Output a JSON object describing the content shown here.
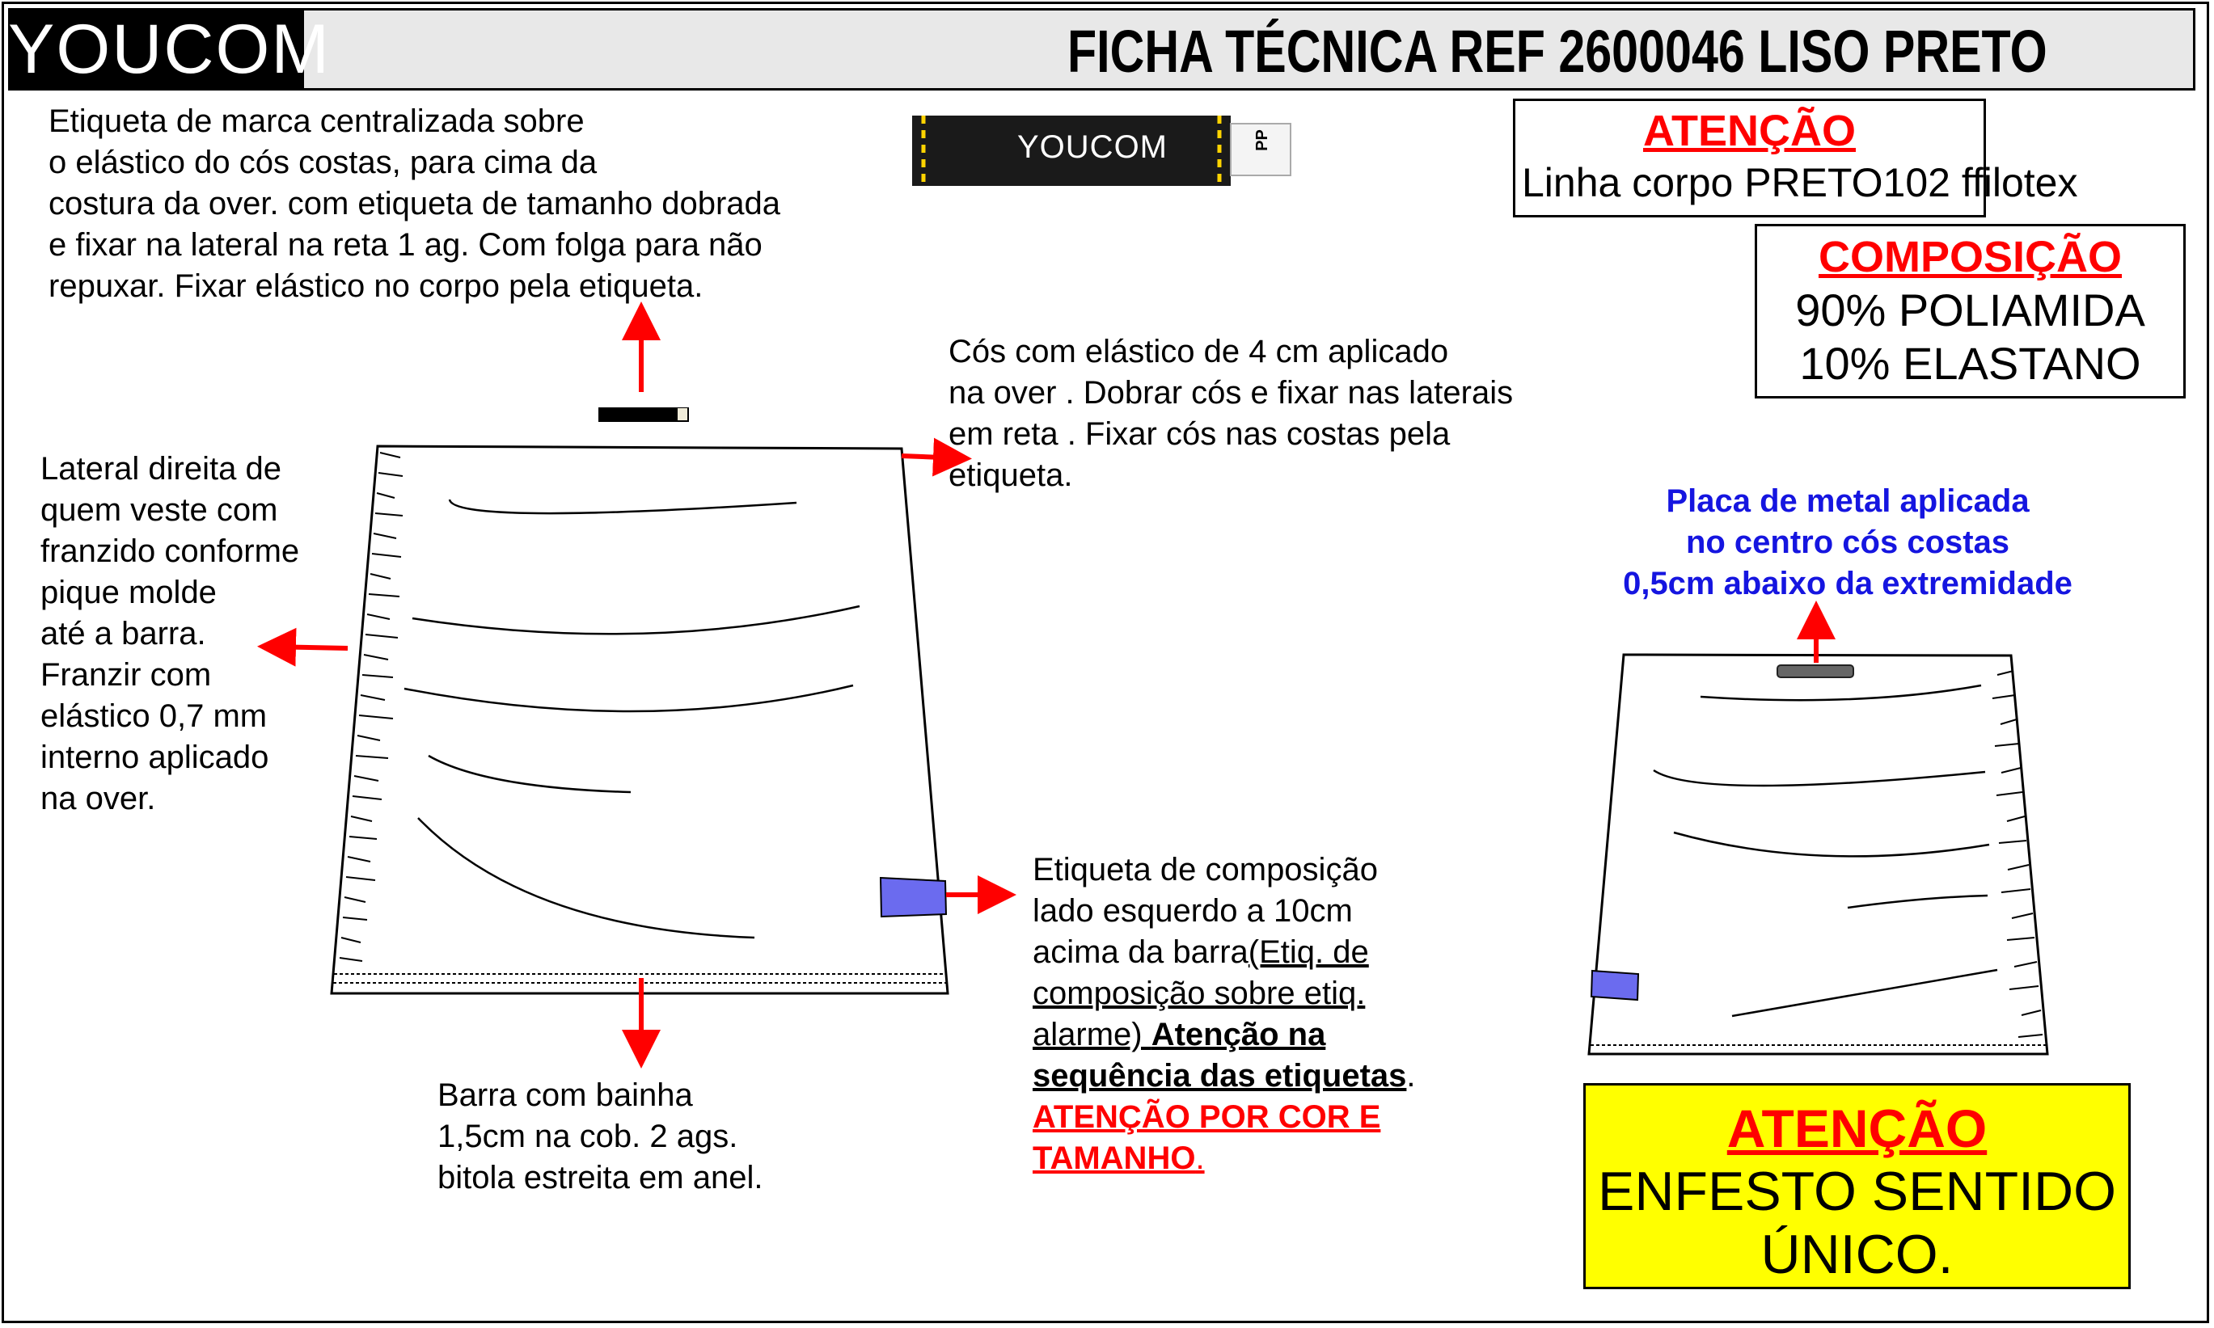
{
  "header": {
    "brand": "YOUCOM",
    "title": "FICHA TÉCNICA REF 2600046 LISO PRETO"
  },
  "label_image": {
    "brand": "YOUCOM",
    "size": "PP"
  },
  "notes": {
    "brand_label": "Etiqueta de marca centralizada sobre\no elástico do cós costas, para cima da\ncostura da over. com etiqueta de tamanho dobrada\ne fixar na lateral na reta 1 ag. Com folga para não\nrepuxar. Fixar elástico no corpo pela etiqueta.",
    "waistband": "Cós com elástico de 4 cm aplicado\nna over . Dobrar cós e fixar nas laterais\nem reta . Fixar cós nas costas pela\netiqueta.",
    "side": "Lateral direita de\nquem veste com\nfranzido conforme\npique molde\naté a barra.\nFranzir com\nelástico 0,7 mm\ninterno aplicado\nna over.",
    "hem": "Barra com bainha\n1,5cm na cob. 2 ags.\nbitola estreita em anel.",
    "composition_label": {
      "part1": "Etiqueta de composição\nlado esquerdo a 10cm\nacima da barra",
      "part2": "(Etiq. de\ncomposição sobre etiq.\nalarme) ",
      "part3": "Atenção na\nsequência das etiquetas",
      "part4": ".",
      "part5": "ATENÇÃO POR COR E\nTAMANHO",
      "part6": "."
    },
    "metal_plate": "Placa de metal aplicada\nno centro cós costas\n0,5cm abaixo da extremidade"
  },
  "attention_box": {
    "title": "ATENÇÃO",
    "text": "Linha corpo PRETO102 ffilotex"
  },
  "composition_box": {
    "title": "COMPOSIÇÃO",
    "line1": "90% POLIAMIDA",
    "line2": "10% ELASTANO"
  },
  "cut_box": {
    "title": "ATENÇÃO",
    "line1": "ENFESTO SENTIDO",
    "line2": "ÚNICO."
  },
  "colors": {
    "accent": "#ff0000",
    "blue_note": "#1515e0",
    "warning_bg": "#ffff00",
    "label_patch": "#6b6bef"
  }
}
